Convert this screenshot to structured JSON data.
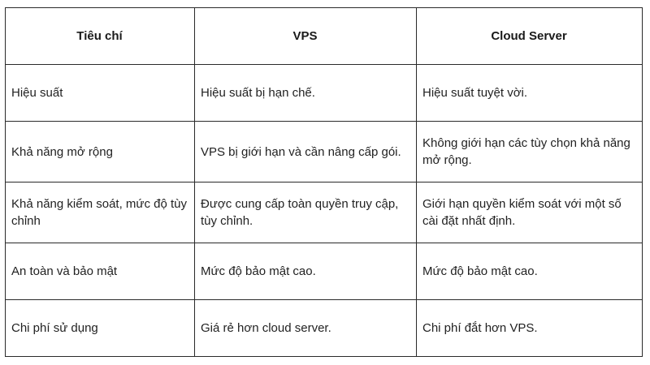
{
  "table": {
    "headers": [
      "Tiêu chí",
      "VPS",
      "Cloud Server"
    ],
    "rows": [
      {
        "criterion": "Hiệu suất",
        "vps": "Hiệu suất bị hạn chế.",
        "cloud": "Hiệu suất tuyệt vời."
      },
      {
        "criterion": "Khả năng mở rộng",
        "vps": "VPS bị giới hạn và cần nâng cấp gói.",
        "cloud": "Không giới hạn các tùy chọn khả năng mở rộng."
      },
      {
        "criterion": "Khả năng kiểm soát, mức độ tùy chỉnh",
        "vps": "Được cung cấp toàn quyền truy cập, tùy chỉnh.",
        "cloud": "Giới hạn quyền kiểm soát với một số cài đặt nhất định."
      },
      {
        "criterion": "An toàn và bảo mật",
        "vps": "Mức độ bảo mật cao.",
        "cloud": "Mức độ bảo mật cao."
      },
      {
        "criterion": "Chi phí sử dụng",
        "vps": "Giá rẻ hơn cloud server.",
        "cloud": "Chi phí đắt hơn VPS."
      }
    ]
  },
  "colors": {
    "border": "#2a2a2a",
    "text": "#222222",
    "background": "#ffffff"
  }
}
